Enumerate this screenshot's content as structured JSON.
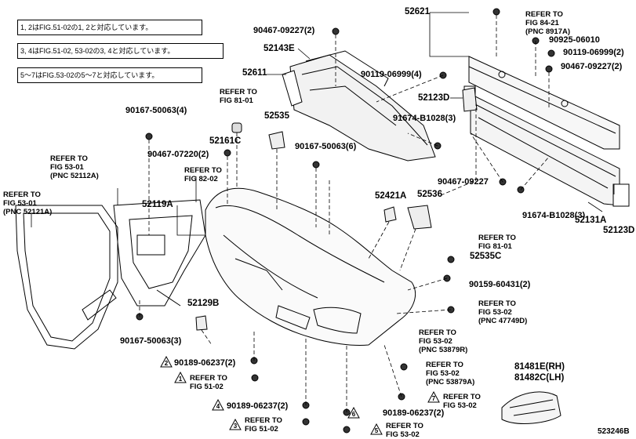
{
  "notes": [
    "1, 2はFIG.51-02の1, 2と対応しています。",
    "3, 4はFIG.51-02, 53-02の3, 4と対応しています。",
    "5～7はFIG.53-02の5～7と対応しています。"
  ],
  "parts": {
    "p52621": "52621",
    "p90467_09227_2a": "90467-09227(2)",
    "p52143e": "52143E",
    "p52611": "52611",
    "p90119_06999_4": "90119-06999(4)",
    "p52123d_a": "52123D",
    "p91674_b1028_3a": "91674-B1028(3)",
    "p90925_06010": "90925-06010",
    "p90119_06999_2": "90119-06999(2)",
    "p90467_09227_2b": "90467-09227(2)",
    "p90167_50063_4": "90167-50063(4)",
    "p52535": "52535",
    "p52161c": "52161C",
    "p90167_50063_6": "90167-50063(6)",
    "p90467_07220_2": "90467-07220(2)",
    "p90467_09227": "90467-09227",
    "p52119a": "52119A",
    "p52421a": "52421A",
    "p52536": "52536",
    "p91674_b1028_3b": "91674-B1028(3)",
    "p52131a": "52131A",
    "p52123d_b": "52123D",
    "p52535c": "52535C",
    "p90159_60431_2": "90159-60431(2)",
    "p52129b": "52129B",
    "p90167_50063_3": "90167-50063(3)",
    "p90189_06237_2a": "90189-06237(2)",
    "p90189_06237_2b": "90189-06237(2)",
    "p90189_06237_2c": "90189-06237(2)",
    "p81481e": "81481E(RH)",
    "p81482c": "81482C(LH)"
  },
  "circle_marks": [
    "2",
    "1",
    "4",
    "3",
    "6",
    "7",
    "5"
  ],
  "refs": {
    "r_84_21": "REFER TO\nFIG 84-21\n(PNC 8917A)",
    "r_81_01_a": "REFER TO\nFIG 81-01",
    "r_82_02": "REFER TO\nFIG 82-02",
    "r_53_01_a": "REFER TO\nFIG 53-01\n(PNC 52112A)",
    "r_53_01_b": "REFER TO\nFIG 53-01\n(PNC 52121A)",
    "r_81_01_b": "REFER TO\nFIG 81-01",
    "r_53_02_47749": "REFER TO\nFIG 53-02\n(PNC 47749D)",
    "r_53_02_53879r": "REFER TO\nFIG 53-02\n(PNC 53879R)",
    "r_53_02_53879a": "REFER TO\nFIG 53-02\n(PNC 53879A)",
    "r_51_02_a": "REFER TO\nFIG 51-02",
    "r_53_02_b": "REFER TO\nFIG 53-02",
    "r_51_02_b": "REFER TO\nFIG 51-02",
    "r_53_02_c": "REFER TO\nFIG 53-02"
  },
  "footer": "523246B"
}
